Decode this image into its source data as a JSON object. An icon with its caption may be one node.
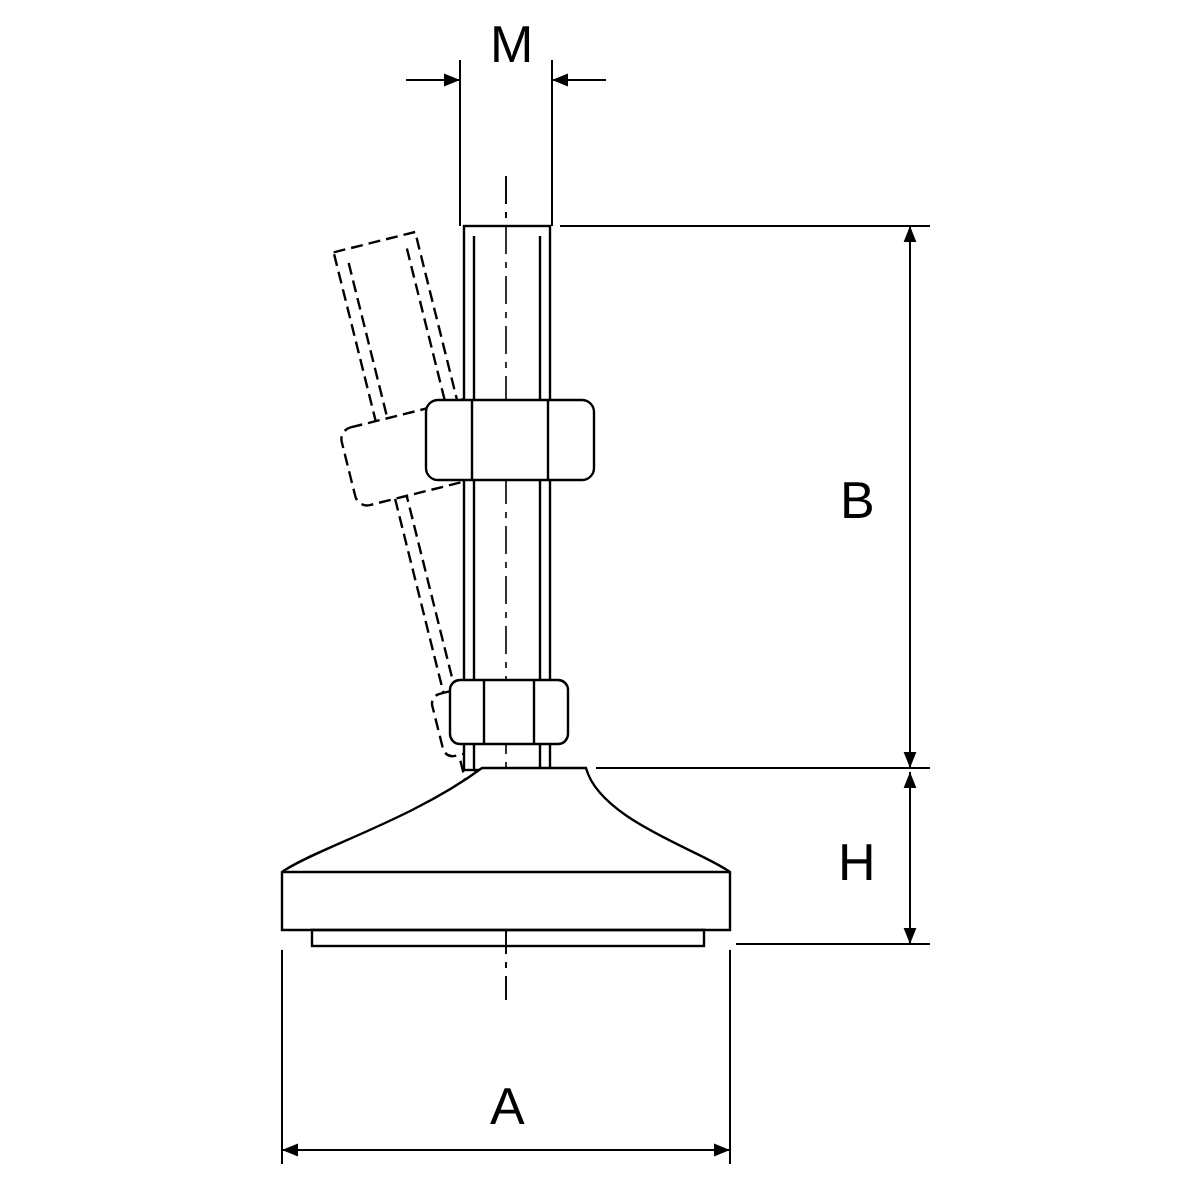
{
  "diagram": {
    "labels": [
      "M",
      "B",
      "H",
      "A"
    ]
  }
}
